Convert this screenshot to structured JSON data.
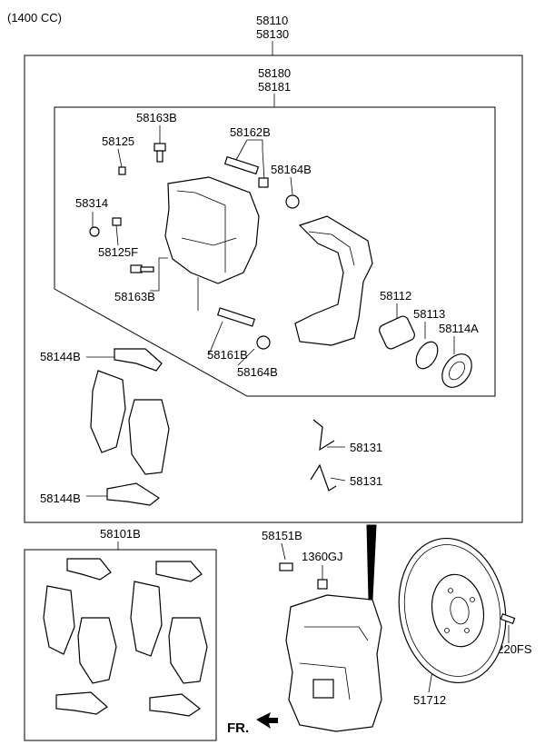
{
  "variant_label": "(1400 CC)",
  "direction_label": "FR.",
  "part_numbers": {
    "p58110": "58110",
    "p58130": "58130",
    "p58180": "58180",
    "p58181": "58181",
    "p58163B_top": "58163B",
    "p58162B": "58162B",
    "p58125": "58125",
    "p58164B_top": "58164B",
    "p58314": "58314",
    "p58125F": "58125F",
    "p58163B_bottom": "58163B",
    "p58112": "58112",
    "p58113": "58113",
    "p58114A": "58114A",
    "p58144B_top": "58144B",
    "p58161B": "58161B",
    "p58164B_bottom": "58164B",
    "p58131_a": "58131",
    "p58131_b": "58131",
    "p58144B_bottom": "58144B",
    "p58101B": "58101B",
    "p58151B": "58151B",
    "p1360GJ": "1360GJ",
    "p1220FS": "1220FS",
    "p51712": "51712"
  }
}
